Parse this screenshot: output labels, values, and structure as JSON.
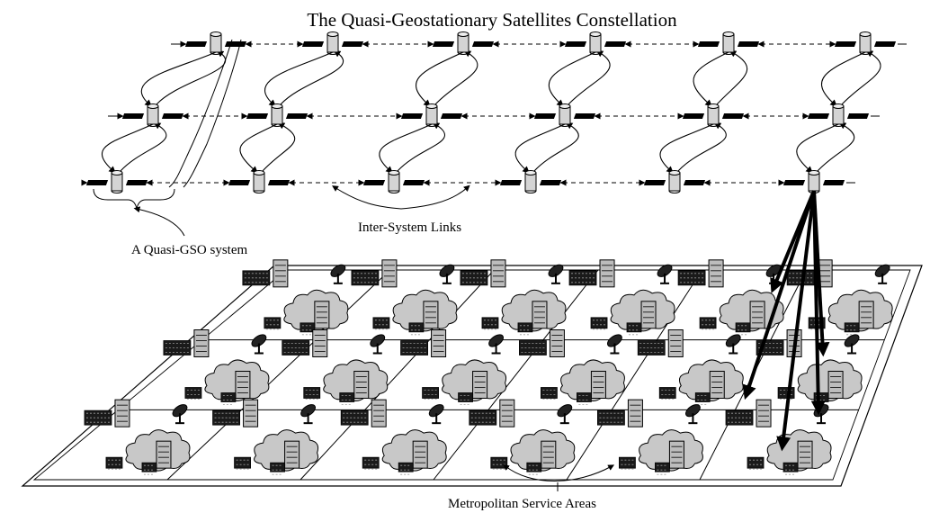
{
  "title": "The Quasi-Geostationary Satellites Constellation",
  "labels": {
    "inter_system_links": "Inter-System Links",
    "quasi_gso_system": "A Quasi-GSO system",
    "metro_service_areas": "Metropolitan Service Areas"
  },
  "colors": {
    "ink": "#000000",
    "satellite_fill": "#d4d4d4",
    "cloud_fill": "#c8c8c8",
    "server_fill": "#bcbcbc",
    "switch_fill": "#1a1a1a"
  },
  "icons": [
    "satellite-icon",
    "solar-panel-icon",
    "cloud-icon",
    "server-icon",
    "switch-icon",
    "dish-antenna-icon",
    "link-arrow-icon"
  ]
}
